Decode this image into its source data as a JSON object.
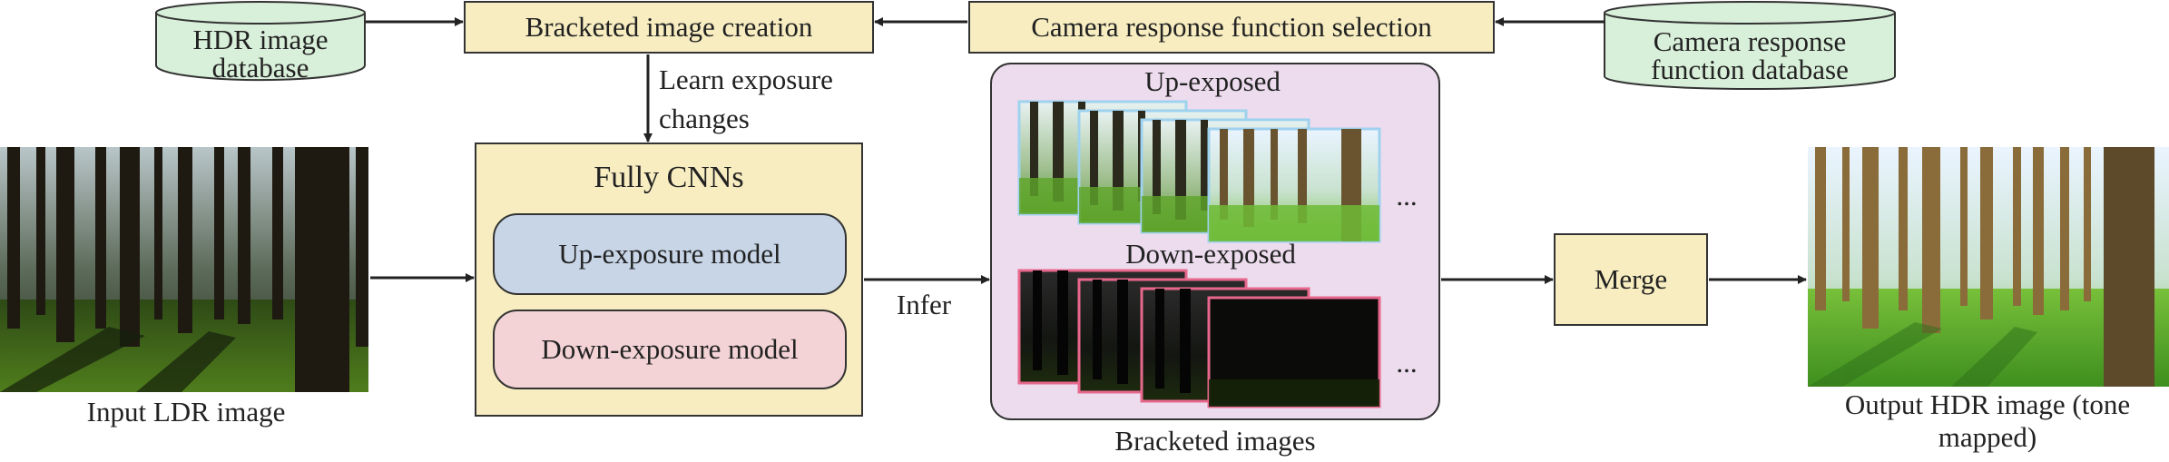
{
  "colors": {
    "yellow_fill": "#f7edc0",
    "green_fill": "#d8efd9",
    "blue_model": "#c7d5e6",
    "pink_model": "#f3d3d5",
    "purple_panel": "#ecdcee",
    "up_frame": "#9fd2ee",
    "down_frame": "#e8688d",
    "arrow": "#222222"
  },
  "databases": {
    "hdr": "HDR image database",
    "crf": "Camera response function database"
  },
  "top": {
    "bracketed_creation": "Bracketed image creation",
    "crf_selection": "Camera response function selection",
    "learn_label": "Learn exposure changes"
  },
  "cnn": {
    "title": "Fully CNNs",
    "up_model": "Up-exposure model",
    "down_model": "Down-exposure model"
  },
  "bracketed": {
    "up_label": "Up-exposed",
    "down_label": "Down-exposed",
    "ellipsis": "...",
    "caption": "Bracketed images"
  },
  "flow": {
    "infer": "Infer",
    "merge": "Merge"
  },
  "images": {
    "input_caption": "Input LDR image",
    "output_caption": "Output HDR image (tone mapped)"
  }
}
